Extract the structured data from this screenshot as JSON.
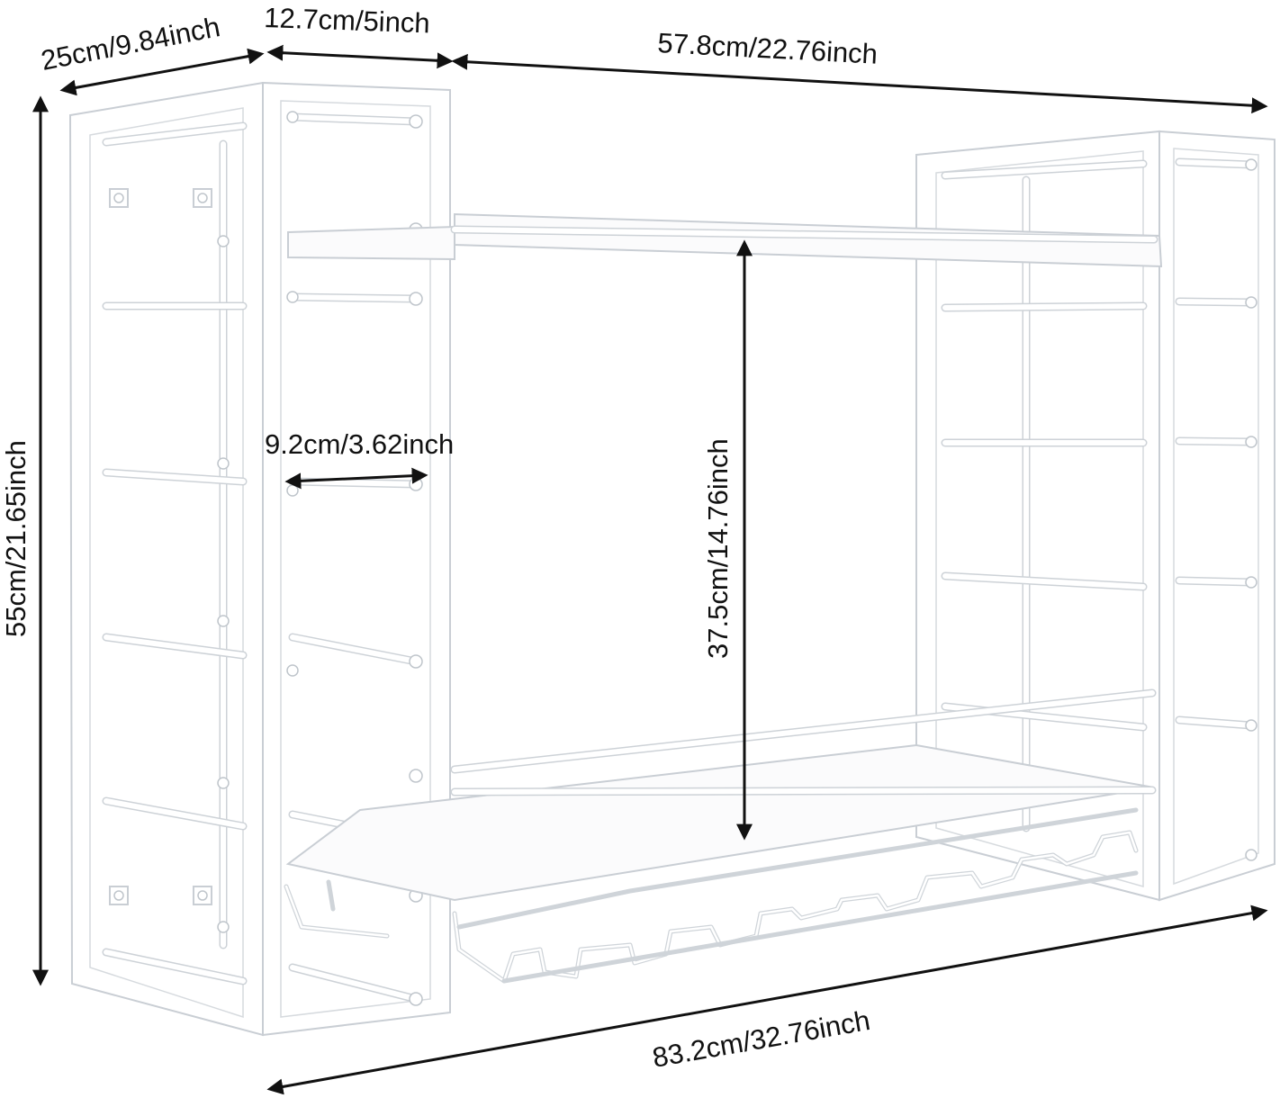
{
  "dimensions": {
    "depth_left": "25cm/9.84inch",
    "side_width": "12.7cm/5inch",
    "shelf_width": "57.8cm/22.76inch",
    "height": "55cm/21.65inch",
    "rod_spacing": "9.2cm/3.62inch",
    "shelf_gap": "37.5cm/14.76inch",
    "total_width": "83.2cm/32.76inch"
  }
}
